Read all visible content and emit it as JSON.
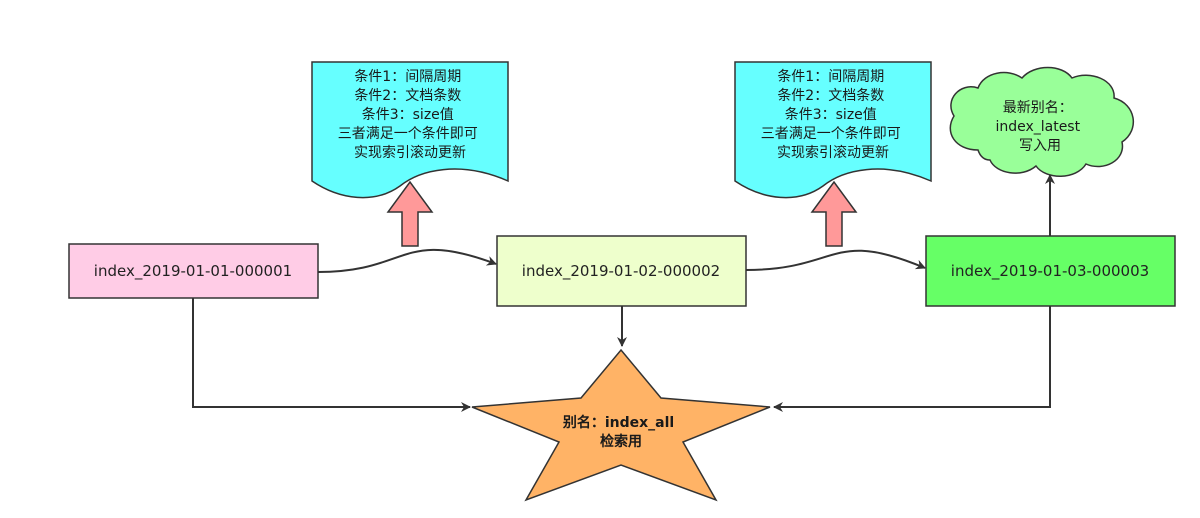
{
  "nodes": {
    "index1": {
      "label": "index_2019-01-01-000001",
      "fill": "#FFCCE6"
    },
    "index2": {
      "label": "index_2019-01-02-000002",
      "fill": "#EEFFCC"
    },
    "index3": {
      "label": "index_2019-01-03-000003",
      "fill": "#66FF66"
    }
  },
  "notes": {
    "left": {
      "lines": [
        "条件1：间隔周期",
        "条件2：文档条数",
        "条件3：size值",
        "三者满足一个条件即可",
        "实现索引滚动更新"
      ],
      "fill": "#66FFFF"
    },
    "right": {
      "lines": [
        "条件1：间隔周期",
        "条件2：文档条数",
        "条件3：size值",
        "三者满足一个条件即可",
        "实现索引滚动更新"
      ],
      "fill": "#66FFFF"
    }
  },
  "cloud": {
    "lines": [
      "最新别名：",
      "index_latest",
      "写入用"
    ],
    "fill": "#99FF99"
  },
  "star": {
    "lines": [
      "别名：index_all",
      "检索用"
    ],
    "fill": "#FFB366"
  },
  "block_arrow_color": "#FF9999",
  "connector_color": "#333333"
}
